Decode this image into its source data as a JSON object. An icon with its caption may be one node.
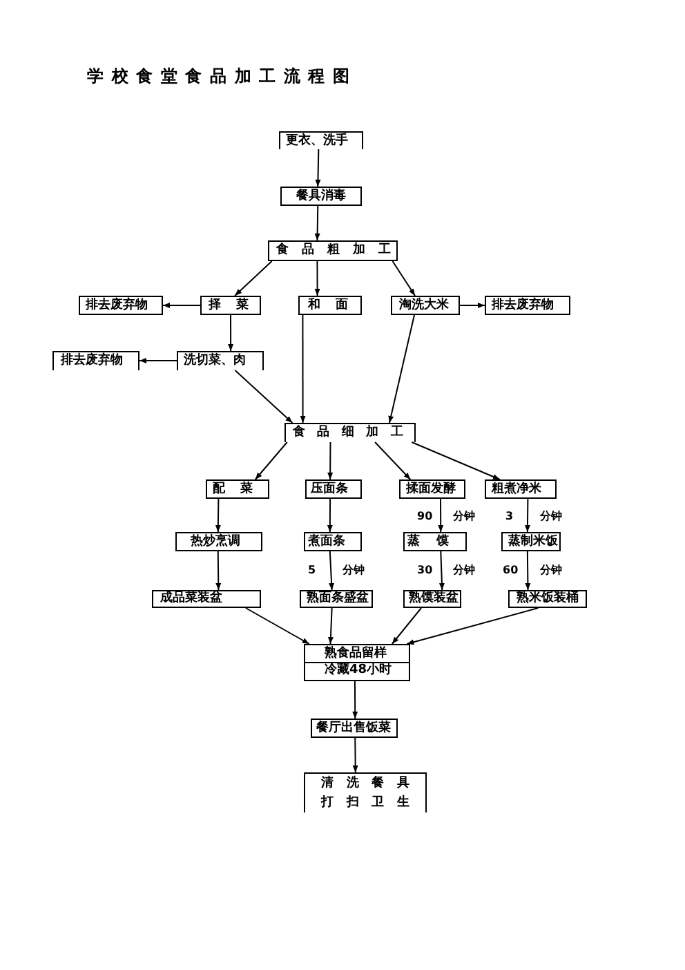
{
  "diagram": {
    "title": "学校食堂食品加工流程图",
    "nodes": [
      {
        "text": [
          "更衣、洗手"
        ]
      },
      {
        "text": [
          "餐具消毒"
        ]
      },
      {
        "text": [
          "食品粗加工"
        ]
      },
      {
        "text": [
          "排去废弃物"
        ]
      },
      {
        "text": [
          "择菜"
        ]
      },
      {
        "text": [
          "和面"
        ]
      },
      {
        "text": [
          "淘洗大米"
        ]
      },
      {
        "text": [
          "排去废弃物"
        ]
      },
      {
        "text": [
          "排去废弃物"
        ]
      },
      {
        "text": [
          "洗切菜、肉"
        ]
      },
      {
        "text": [
          "食品细加工"
        ]
      },
      {
        "text": [
          "配菜"
        ]
      },
      {
        "text": [
          "压面条"
        ]
      },
      {
        "text": [
          "揉面发酵"
        ]
      },
      {
        "text": [
          "粗煮净米"
        ]
      },
      {
        "text": [
          "热炒烹调"
        ]
      },
      {
        "text": [
          "煮面条"
        ]
      },
      {
        "text": [
          "蒸馍"
        ]
      },
      {
        "text": [
          "蒸制米饭"
        ]
      },
      {
        "text": [
          "成品菜装盆"
        ]
      },
      {
        "text": [
          "熟面条盛盆"
        ]
      },
      {
        "text": [
          "熟馍装盆"
        ]
      },
      {
        "text": [
          "熟米饭装桶"
        ]
      },
      {
        "text": [
          "熟食品留样",
          "冷藏48小时"
        ]
      },
      {
        "text": [
          "餐厅出售饭菜"
        ]
      },
      {
        "text": [
          "清洗餐具",
          "打扫卫生"
        ]
      }
    ],
    "edges": [
      {
        "from": 0,
        "to": 1,
        "arrow": "to"
      },
      {
        "from": 1,
        "to": 2,
        "arrow": "to"
      },
      {
        "from": 2,
        "to": 4,
        "arrow": "to"
      },
      {
        "from": 2,
        "to": 5,
        "arrow": "to"
      },
      {
        "from": 2,
        "to": 6,
        "arrow": "to"
      },
      {
        "from": 4,
        "to": 3,
        "arrow": "to"
      },
      {
        "from": 6,
        "to": 7,
        "arrow": "to"
      },
      {
        "from": 4,
        "to": 9,
        "arrow": "to"
      },
      {
        "from": 9,
        "to": 8,
        "arrow": "to"
      },
      {
        "from": 9,
        "to": 10,
        "arrow": "to"
      },
      {
        "from": 5,
        "to": 10,
        "arrow": "to"
      },
      {
        "from": 6,
        "to": 10,
        "arrow": "to"
      },
      {
        "from": 10,
        "to": 11,
        "arrow": "to"
      },
      {
        "from": 10,
        "to": 12,
        "arrow": "to"
      },
      {
        "from": 10,
        "to": 13,
        "arrow": "to"
      },
      {
        "from": 10,
        "to": 14,
        "arrow": "to"
      },
      {
        "from": 11,
        "to": 15,
        "arrow": "to"
      },
      {
        "from": 12,
        "to": 16,
        "arrow": "to"
      },
      {
        "from": 13,
        "to": 17,
        "arrow": "to"
      },
      {
        "from": 14,
        "to": 18,
        "arrow": "to"
      },
      {
        "from": 15,
        "to": 19,
        "arrow": "to"
      },
      {
        "from": 16,
        "to": 20,
        "arrow": "to"
      },
      {
        "from": 17,
        "to": 21,
        "arrow": "to"
      },
      {
        "from": 18,
        "to": 22,
        "arrow": "to"
      },
      {
        "from": 19,
        "to": 23,
        "arrow": "to"
      },
      {
        "from": 20,
        "to": 23,
        "arrow": "to"
      },
      {
        "from": 21,
        "to": 23,
        "arrow": "to"
      },
      {
        "from": 22,
        "to": 23,
        "arrow": "to"
      },
      {
        "from": 23,
        "to": 24,
        "arrow": "to"
      },
      {
        "from": 24,
        "to": 25,
        "arrow": "to"
      }
    ],
    "labels": [
      "90",
      "分钟",
      "3",
      "分钟",
      "5",
      "分钟",
      "30",
      "分钟",
      "60",
      "分钟"
    ]
  }
}
